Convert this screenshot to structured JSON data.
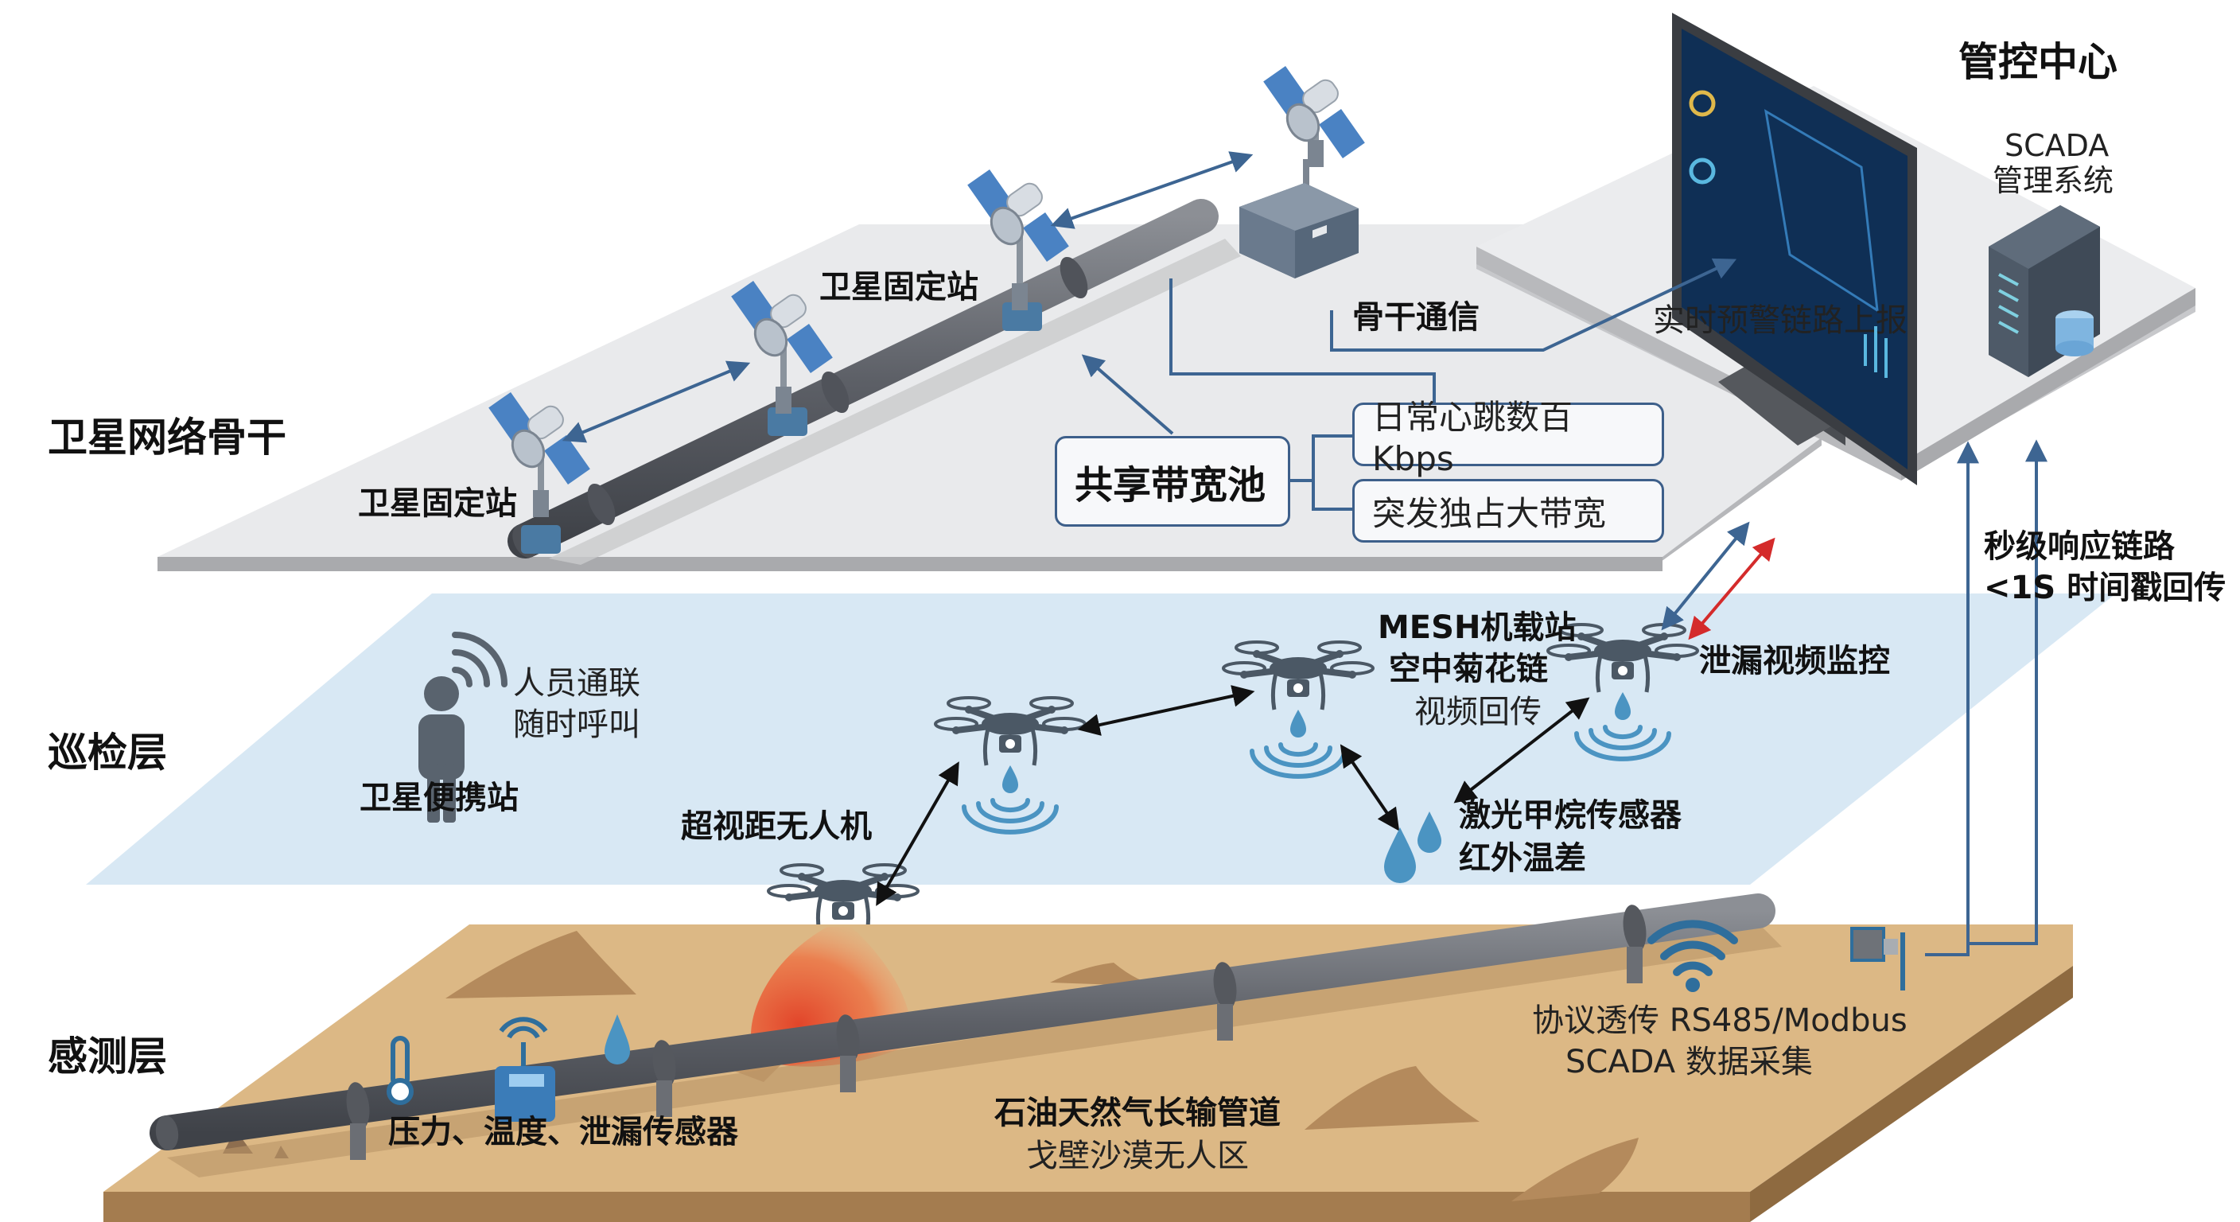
{
  "layers": {
    "backbone": "卫星网络骨干",
    "patrol": "巡检层",
    "sensing": "感测层"
  },
  "control_center": {
    "title": "管控中心",
    "scada_line1": "SCADA",
    "scada_line2": "管理系统",
    "alert_uplink": "实时预警链路上报"
  },
  "backbone": {
    "fixed_station_upper": "卫星固定站",
    "fixed_station_lower": "卫星固定站",
    "backbone_comm": "骨干通信",
    "bandwidth_pool": "共享带宽池",
    "bandwidth_daily": "日常心跳数百Kbps",
    "bandwidth_burst": "突发独占大带宽"
  },
  "patrol": {
    "person_line1": "人员通联",
    "person_line2": "随时呼叫",
    "portable_station": "卫星便携站",
    "bvlos_drone": "超视距无人机",
    "mesh_line1": "MESH机载站",
    "mesh_line2": "空中菊花链",
    "mesh_line3": "视频回传",
    "leak_video": "泄漏视频监控",
    "methane_line1": "激光甲烷传感器",
    "methane_line2": "红外温差"
  },
  "response": {
    "line1": "秒级响应链路",
    "line2": "<1S 时间戳回传"
  },
  "sensing": {
    "sensors": "压力、温度、泄漏传感器",
    "pipeline_line1": "石油天然气长输管道",
    "pipeline_line2": "戈壁沙漠无人区",
    "protocol_line1": "协议透传 RS485/Modbus",
    "protocol_line2": "SCADA 数据采集"
  },
  "colors": {
    "accent_blue": "#3d6592",
    "alert_red": "#d42b2b",
    "plate_gray": "#e9eaec",
    "patrol_blue": "#d6e7f3",
    "desert": "#dcb885",
    "desert_edge": "#a47c4f",
    "pipe": "#6b6e74",
    "icon_dark": "#4b5865",
    "water_blue": "#4b94c2"
  }
}
